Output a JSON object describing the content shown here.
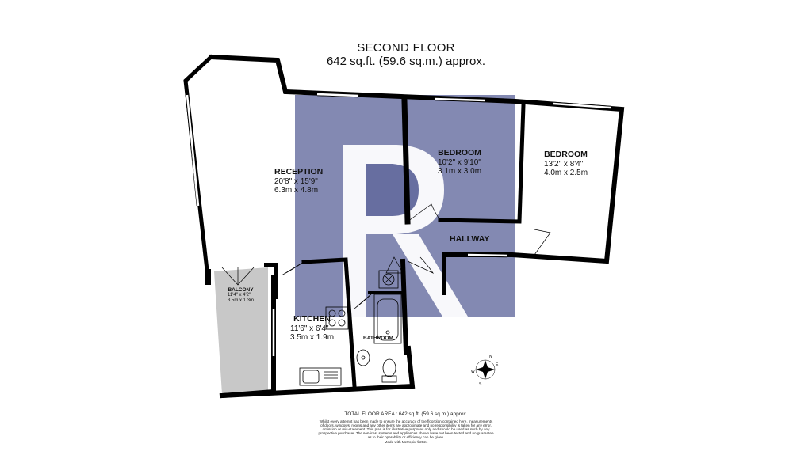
{
  "header": {
    "floor": "SECOND FLOOR",
    "area": "642 sq.ft. (59.6 sq.m.) approx."
  },
  "rooms": [
    {
      "name": "RECEPTION",
      "imperial": "20'8\" x 15'9\"",
      "metric": "6.3m x 4.8m"
    },
    {
      "name": "BEDROOM",
      "imperial": "10'2\" x 9'10\"",
      "metric": "3.1m x 3.0m"
    },
    {
      "name": "BEDROOM",
      "imperial": "13'2\" x 8'4\"",
      "metric": "4.0m x 2.5m"
    },
    {
      "name": "HALLWAY"
    },
    {
      "name": "BALCONY",
      "imperial": "11'4\" x 4'2\"",
      "metric": "3.5m x 1.3m"
    },
    {
      "name": "KITCHEN",
      "imperial": "11'6\" x 6'4\"",
      "metric": "3.5m x 1.9m"
    },
    {
      "name": "BATHROOM"
    }
  ],
  "compass": {
    "n": "N",
    "e": "E",
    "s": "S",
    "w": "W"
  },
  "watermark": {
    "letter": "R",
    "color": "#4d5590"
  },
  "colors": {
    "wall": "#000000",
    "balcony": "#c8c8c8",
    "watermark": "#4d5590"
  },
  "footer": {
    "total": "TOTAL FLOOR AREA : 642 sq.ft. (59.6 sq.m.) approx.",
    "line1": "Whilst every attempt has been made to ensure the accuracy of the floorplan contained here, measurements",
    "line2": "of doors, windows, rooms and any other items are approximate and no responsibility is taken for any error,",
    "line3": "omission or mis-statement. This plan is for illustrative purposes only and should be used as such by any",
    "line4": "prospective purchaser. The services, systems and appliances shown have not been tested and no guarantee",
    "line5": "as to their operability or efficiency can be given.",
    "line6": "Made with Metropix ©2024"
  }
}
